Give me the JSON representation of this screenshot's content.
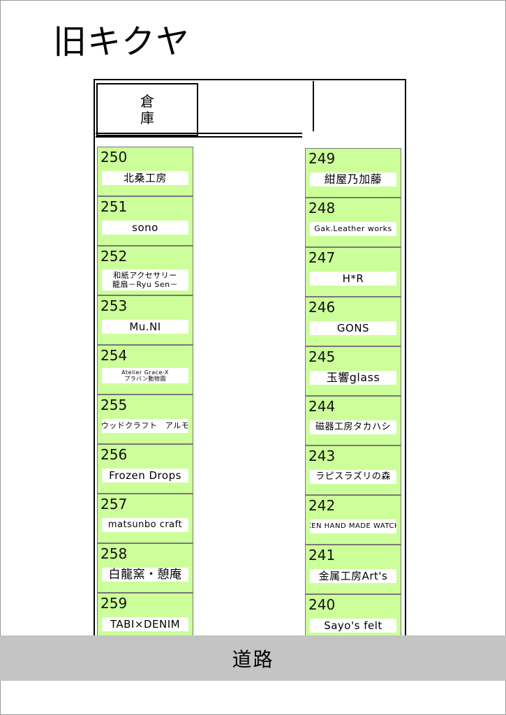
{
  "title": "旧キクヤ",
  "warehouse": "倉庫",
  "road": "道路",
  "left_booths": [
    {
      "num": "250",
      "name": "北桑工房"
    },
    {
      "num": "251",
      "name": "sono"
    },
    {
      "num": "252",
      "name": "和紙アクセサリー",
      "name2": "龍扇－Ryu Sen－"
    },
    {
      "num": "253",
      "name": "Mu.NI"
    },
    {
      "num": "254",
      "name": "Atelier Grace-X",
      "name2": "プラバン動物園"
    },
    {
      "num": "255",
      "name": "ウッドクラフト　アルモ"
    },
    {
      "num": "256",
      "name": "Frozen Drops"
    },
    {
      "num": "257",
      "name": "matsunbo craft"
    },
    {
      "num": "258",
      "name": "白龍窯・憩庵"
    },
    {
      "num": "259",
      "name": "TABI×DENIM"
    }
  ],
  "right_booths": [
    {
      "num": "249",
      "name": "紺屋乃加藤"
    },
    {
      "num": "248",
      "name": "Gak.Leather works"
    },
    {
      "num": "247",
      "name": "H*R"
    },
    {
      "num": "246",
      "name": "GONS"
    },
    {
      "num": "245",
      "name": "玉響glass"
    },
    {
      "num": "244",
      "name": "磁器工房タカハシ"
    },
    {
      "num": "243",
      "name": "ラピスラズリの森"
    },
    {
      "num": "242",
      "name": "KEN HAND MADE WATCH"
    },
    {
      "num": "241",
      "name": "金属工房Art's"
    },
    {
      "num": "240",
      "name": "Sayo's felt"
    }
  ]
}
